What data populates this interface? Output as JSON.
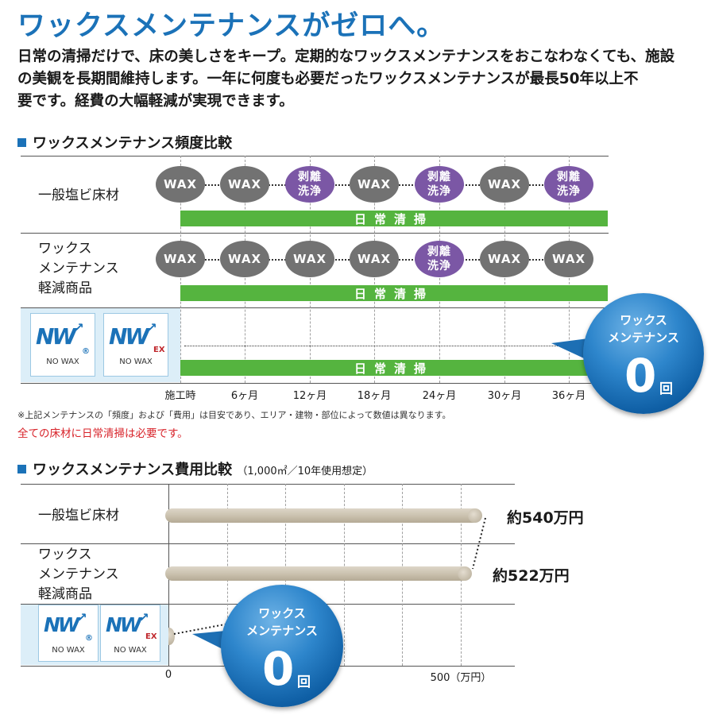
{
  "headline": "ワックスメンテナンスがゼロへ。",
  "intro": [
    "日常の清掃だけで、床の美しさをキープ。定期的なワックスメンテナンスをおこなわなくても、施設",
    "の美観を長期間維持します。一年に何度も必要だったワックスメンテナンスが最長50年以上不",
    "要です。経費の大幅軽減が実現できます。"
  ],
  "frequency": {
    "title": "ワックスメンテナンス頻度比較",
    "rows": {
      "vinyl": {
        "label": "一般塩ビ床材",
        "events": [
          "WAX",
          "WAX",
          "剥離洗浄",
          "WAX",
          "剥離洗浄",
          "WAX",
          "剥離洗浄"
        ]
      },
      "reduced": {
        "label_lines": [
          "ワックス",
          "メンテナンス",
          "軽減商品"
        ],
        "events": [
          "WAX",
          "WAX",
          "WAX",
          "WAX",
          "剥離洗浄",
          "WAX",
          "WAX"
        ]
      }
    },
    "strip_line1": "剥離",
    "strip_line2": "洗浄",
    "daily": "日常清掃",
    "ticks": [
      "施工時",
      "6ヶ月",
      "12ヶ月",
      "18ヶ月",
      "24ヶ月",
      "30ヶ月",
      "36ヶ月"
    ],
    "bubble": {
      "line1": "ワックス",
      "line2": "メンテナンス",
      "count": "0",
      "unit": "回"
    },
    "footnote": "※上記メンテナンスの「頻度」および「費用」は目安であり、エリア・建物・部位によって数値は異なります。",
    "red_note": "全ての床材に日常清掃は必要です。"
  },
  "logos": {
    "nw": {
      "mark": "NW",
      "sub": "®",
      "caption": "NO WAX"
    },
    "nwex": {
      "mark": "NW",
      "sub": "EX",
      "caption": "NO WAX"
    }
  },
  "cost": {
    "title": "ワックスメンテナンス費用比較",
    "note": "（1,000㎡／10年使用想定）",
    "rows": [
      {
        "label": "一般塩ビ床材",
        "value_label": "約540万円"
      },
      {
        "label_lines": [
          "ワックス",
          "メンテナンス",
          "軽減商品"
        ],
        "value_label": "約522万円"
      }
    ],
    "axis": {
      "zero": "0",
      "max": "500（万円）"
    },
    "bubble": {
      "line1": "ワックス",
      "line2": "メンテナンス",
      "count": "0",
      "unit": "回"
    }
  },
  "chart_data": {
    "type": "bar",
    "categories": [
      "一般塩ビ床材",
      "ワックスメンテナンス軽減商品",
      "NW / NW EX"
    ],
    "values": [
      540,
      522,
      0
    ],
    "title": "ワックスメンテナンス費用比較",
    "xlabel": "万円",
    "xlim": [
      0,
      600
    ]
  },
  "colors": {
    "brand_blue": "#1b72b8",
    "wax_gray": "#727272",
    "strip_purple": "#7b57a5",
    "daily_green": "#55b43f",
    "note_red": "#d8232a"
  }
}
